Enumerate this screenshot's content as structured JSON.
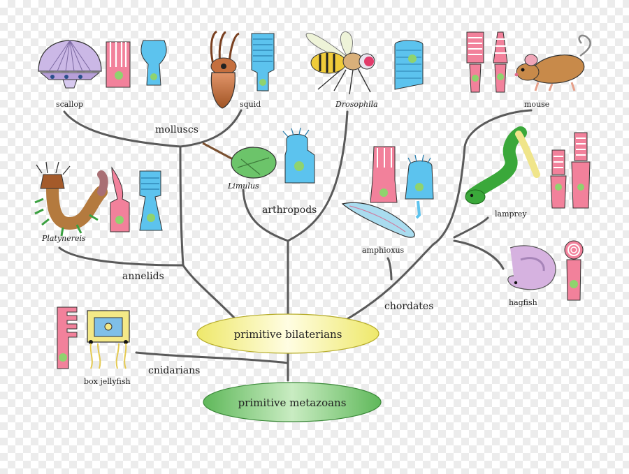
{
  "nodes": {
    "root": "primitive metazoans",
    "bilaterians": "primitive bilaterians"
  },
  "clades": {
    "cnidarians": "cnidarians",
    "annelids": "annelids",
    "molluscs": "molluscs",
    "arthropods": "arthropods",
    "chordates": "chordates"
  },
  "species": {
    "scallop": "scallop",
    "squid": "squid",
    "drosophila": "Drosophila",
    "mouse": "mouse",
    "platynereis": "Platynereis",
    "limulus": "Limulus",
    "amphioxus": "amphioxus",
    "lamprey": "lamprey",
    "hagfish": "hagfish",
    "box_jellyfish": "box jellyfish"
  },
  "colors": {
    "branch": "#5a5a5a",
    "root_node": "#7cc576",
    "bilaterian_node": "#f6f29a",
    "ciliary_cell": "#f2819b",
    "rhabdomeric_cell": "#5cc3ee",
    "nucleus": "#8fd36e"
  },
  "icons": [
    "scallop-icon",
    "squid-icon",
    "fly-icon",
    "mouse-icon",
    "worm-icon",
    "horseshoe-crab-icon",
    "amphioxus-icon",
    "lamprey-icon",
    "hagfish-icon",
    "jellyfish-icon",
    "photoreceptor-cell-icon"
  ]
}
